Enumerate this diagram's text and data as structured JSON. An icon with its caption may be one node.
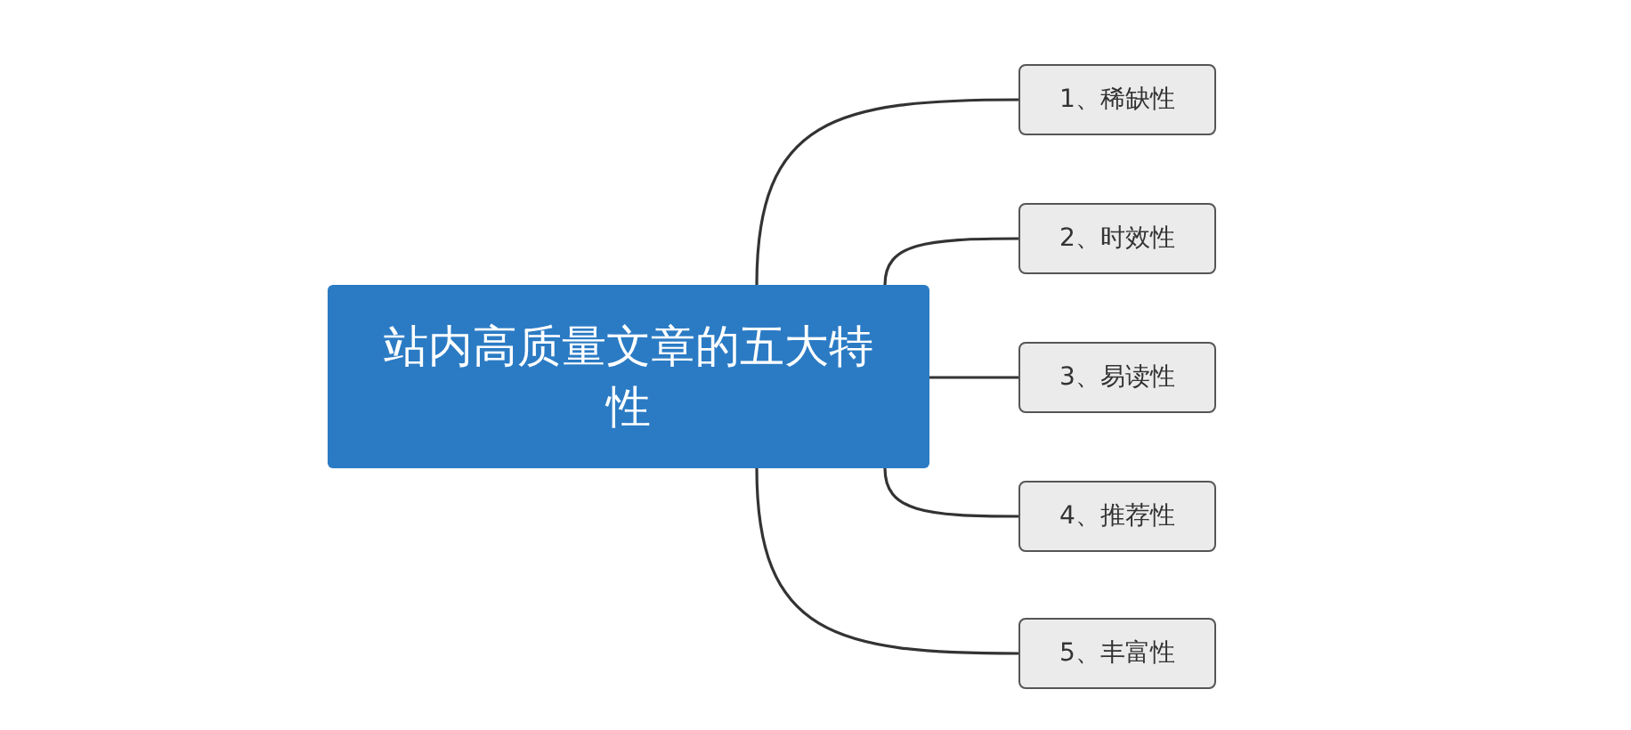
{
  "diagram": {
    "nodes": [
      {
        "text": [
          "站内高质量文章的五大特性"
        ]
      },
      {
        "text": [
          "1、稀缺性"
        ]
      },
      {
        "text": [
          "2、时效性"
        ]
      },
      {
        "text": [
          "3、易读性"
        ]
      },
      {
        "text": [
          "4、推荐性"
        ]
      },
      {
        "text": [
          "5、丰富性"
        ]
      }
    ],
    "edges": [
      {
        "from": 0,
        "to": 1,
        "arrow": "none"
      },
      {
        "from": 0,
        "to": 2,
        "arrow": "none"
      },
      {
        "from": 0,
        "to": 3,
        "arrow": "none"
      },
      {
        "from": 0,
        "to": 4,
        "arrow": "none"
      },
      {
        "from": 0,
        "to": 5,
        "arrow": "none"
      }
    ]
  }
}
